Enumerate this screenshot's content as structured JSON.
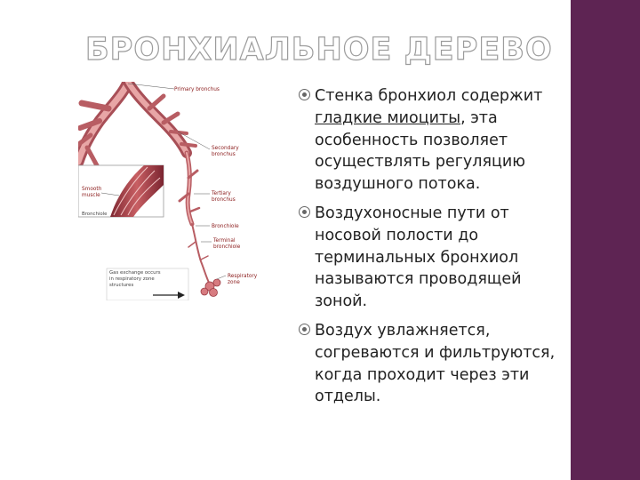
{
  "slide": {
    "title": "БРОНХИАЛЬНОЕ ДЕРЕВО",
    "accent_color": "#5e2453"
  },
  "figure": {
    "labels": {
      "primary": "Primary bronchus",
      "secondary_1": "Secondary",
      "secondary_2": "bronchus",
      "tertiary_1": "Tertiary",
      "tertiary_2": "bronchus",
      "bronchiole": "Bronchiole",
      "terminal_1": "Terminal",
      "terminal_2": "bronchiole",
      "respiratory_1": "Respiratory",
      "respiratory_2": "zone",
      "smooth_1": "Smooth",
      "smooth_2": "muscle",
      "inset_bronchiole": "Bronchiole",
      "alveoli_1": "Gas exchange occurs",
      "alveoli_2": "in respiratory zone",
      "alveoli_3": "structures"
    }
  },
  "bullets": [
    {
      "pre": "Стенка бронхиол содержит ",
      "underlined": "гладкие миоциты",
      "post": ", эта особенность позволяет осуществлять регуляцию воздушного потока."
    },
    {
      "text": "Воздухоносные пути от носовой полости до терминальных бронхиол называются проводящей зоной."
    },
    {
      "text": "Воздух увлажняется, согреваются и фильтруются, когда проходит через эти отделы."
    }
  ]
}
